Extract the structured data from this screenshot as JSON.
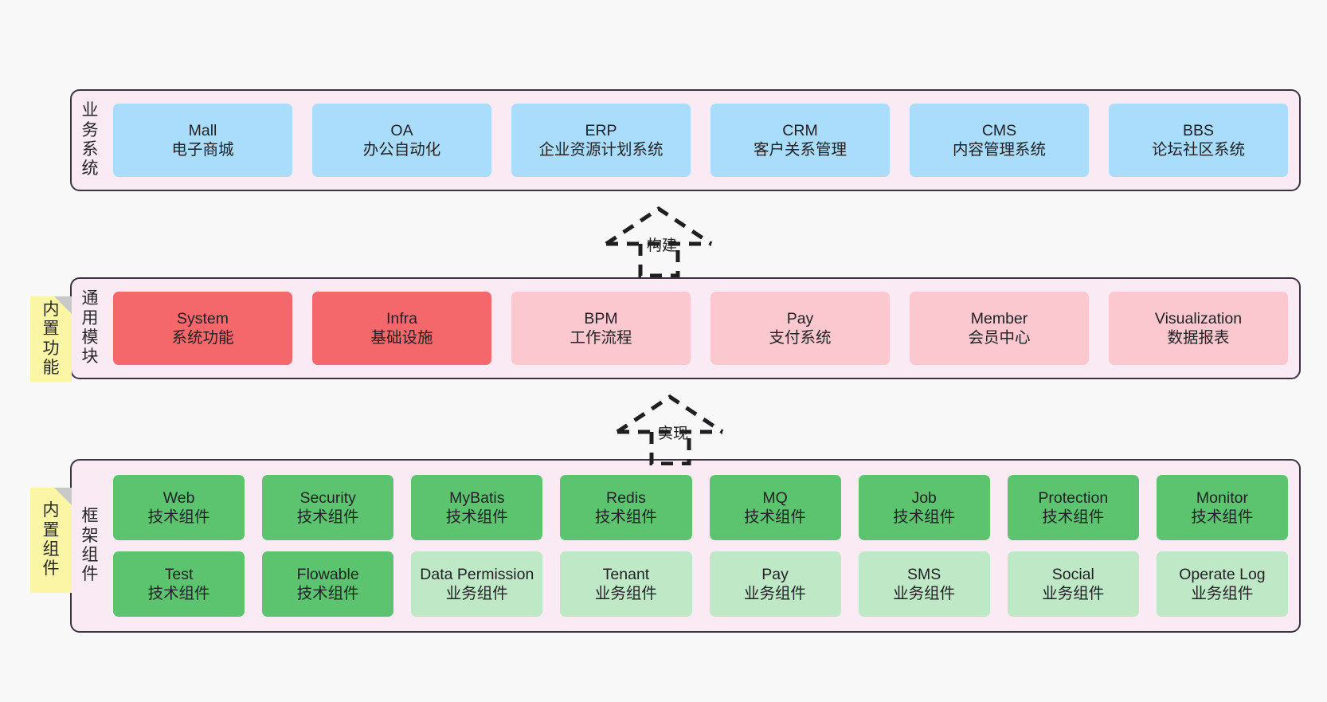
{
  "diagram": {
    "background": "#f8f8f8",
    "panel_fill": "#f9eaf4",
    "panel_stroke": "#3b3340",
    "note_fill": "#faf6a6"
  },
  "layers": [
    {
      "key": "business",
      "title": "业务系统",
      "title_chars": [
        "业",
        "务",
        "系",
        "统"
      ],
      "color": "#aadcfb",
      "items": [
        {
          "name": "Mall",
          "desc": "电子商城",
          "style": "blue"
        },
        {
          "name": "OA",
          "desc": "办公自动化",
          "style": "blue"
        },
        {
          "name": "ERP",
          "desc": "企业资源计划系统",
          "style": "blue"
        },
        {
          "name": "CRM",
          "desc": "客户关系管理",
          "style": "blue"
        },
        {
          "name": "CMS",
          "desc": "内容管理系统",
          "style": "blue"
        },
        {
          "name": "BBS",
          "desc": "论坛社区系统",
          "style": "blue"
        }
      ]
    },
    {
      "key": "common",
      "title": "通用模块",
      "title_chars": [
        "通",
        "用",
        "模",
        "块"
      ],
      "note": "内置功能",
      "note_chars": [
        "内",
        "置",
        "功",
        "能"
      ],
      "items": [
        {
          "name": "System",
          "desc": "系统功能",
          "style": "red"
        },
        {
          "name": "Infra",
          "desc": "基础设施",
          "style": "red"
        },
        {
          "name": "BPM",
          "desc": "工作流程",
          "style": "pinklite"
        },
        {
          "name": "Pay",
          "desc": "支付系统",
          "style": "pinklite"
        },
        {
          "name": "Member",
          "desc": "会员中心",
          "style": "pinklite"
        },
        {
          "name": "Visualization",
          "desc": "数据报表",
          "style": "pinklite"
        }
      ]
    },
    {
      "key": "framework",
      "title": "框架组件",
      "title_chars": [
        "框",
        "架",
        "组",
        "件"
      ],
      "note": "内置组件",
      "note_chars": [
        "内",
        "置",
        "组",
        "件"
      ],
      "row1": [
        {
          "name": "Web",
          "desc": "技术组件",
          "style": "green"
        },
        {
          "name": "Security",
          "desc": "技术组件",
          "style": "green"
        },
        {
          "name": "MyBatis",
          "desc": "技术组件",
          "style": "green"
        },
        {
          "name": "Redis",
          "desc": "技术组件",
          "style": "green"
        },
        {
          "name": "MQ",
          "desc": "技术组件",
          "style": "green"
        },
        {
          "name": "Job",
          "desc": "技术组件",
          "style": "green"
        },
        {
          "name": "Protection",
          "desc": "技术组件",
          "style": "green"
        },
        {
          "name": "Monitor",
          "desc": "技术组件",
          "style": "green"
        }
      ],
      "row2": [
        {
          "name": "Test",
          "desc": "技术组件",
          "style": "green"
        },
        {
          "name": "Flowable",
          "desc": "技术组件",
          "style": "green"
        },
        {
          "name": "Data Permission",
          "desc": "业务组件",
          "style": "greenlite"
        },
        {
          "name": "Tenant",
          "desc": "业务组件",
          "style": "greenlite"
        },
        {
          "name": "Pay",
          "desc": "业务组件",
          "style": "greenlite"
        },
        {
          "name": "SMS",
          "desc": "业务组件",
          "style": "greenlite"
        },
        {
          "name": "Social",
          "desc": "业务组件",
          "style": "greenlite"
        },
        {
          "name": "Operate Log",
          "desc": "业务组件",
          "style": "greenlite"
        }
      ]
    }
  ],
  "connectors": [
    {
      "key": "build",
      "label": "构建",
      "from": "common",
      "to": "business"
    },
    {
      "key": "implement",
      "label": "实现",
      "from": "framework",
      "to": "common"
    }
  ]
}
